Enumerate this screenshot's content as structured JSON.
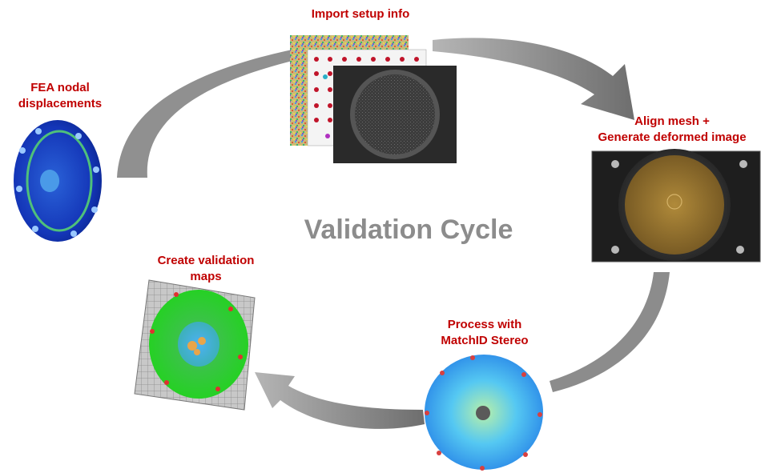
{
  "center_title": "Validation Cycle",
  "steps": {
    "import": "Import setup info",
    "align_line1": "Align mesh +",
    "align_line2": "Generate deformed image",
    "process_line1": "Process with",
    "process_line2": "MatchID Stereo",
    "maps_line1": "Create validation",
    "maps_line2": "maps",
    "fea_line1": "FEA nodal",
    "fea_line2": "displacements"
  },
  "colors": {
    "label": "#c00000",
    "arrow": "#8a8a8a",
    "title": "#8c8c8c"
  }
}
